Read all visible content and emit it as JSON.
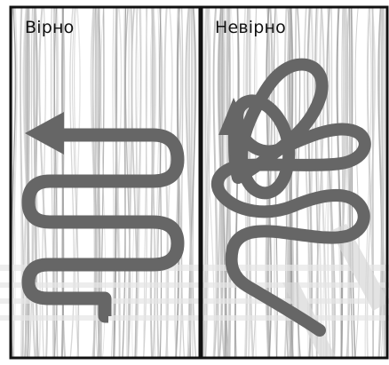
{
  "panels": [
    {
      "label": "Вірно",
      "verdict": "correct"
    },
    {
      "label": "Невірно",
      "verdict": "incorrect"
    }
  ],
  "colors": {
    "background": "#ffffff",
    "hair_lines": "#c8c8c8",
    "hair_lines_dark": "#9a9a9a",
    "path_stroke": "#666666",
    "frame": "#111111",
    "watermark": "#dcdcdc"
  }
}
